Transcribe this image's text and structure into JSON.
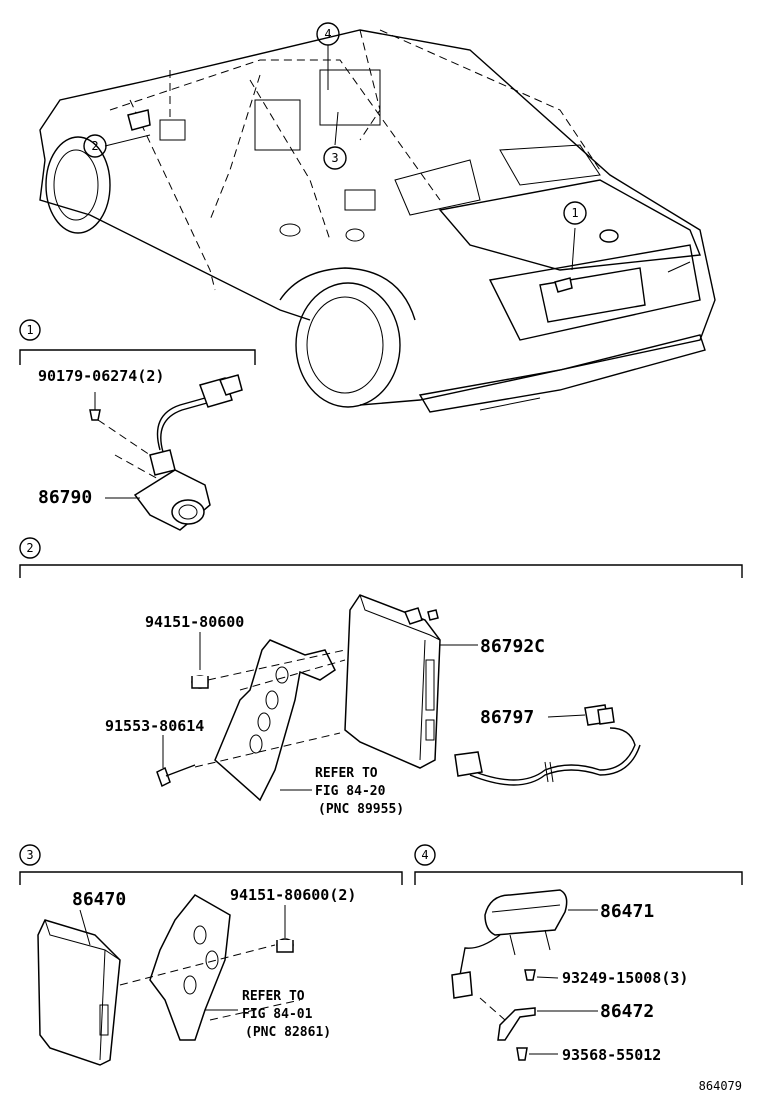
{
  "figure_id": "864079",
  "callouts": [
    "1",
    "2",
    "3",
    "4"
  ],
  "sections": {
    "s1": {
      "marker": "1",
      "parts": {
        "screw": "90179-06274(2)",
        "camera": "86790"
      }
    },
    "s2": {
      "marker": "2",
      "parts": {
        "nut": "94151-80600",
        "bolt": "91553-80614",
        "ecu": "86792C",
        "cable": "86797"
      },
      "refer": {
        "line1": "REFER TO",
        "line2": "FIG 84-20",
        "line3": "(PNC 89955)"
      }
    },
    "s3": {
      "marker": "3",
      "parts": {
        "module": "86470",
        "nut": "94151-80600(2)"
      },
      "refer": {
        "line1": "REFER TO",
        "line2": "FIG 84-01",
        "line3": "(PNC 82861)"
      }
    },
    "s4": {
      "marker": "4",
      "parts": {
        "sensor": "86471",
        "screw": "93249-15008(3)",
        "bracket": "86472",
        "screw2": "93568-55012"
      }
    }
  }
}
